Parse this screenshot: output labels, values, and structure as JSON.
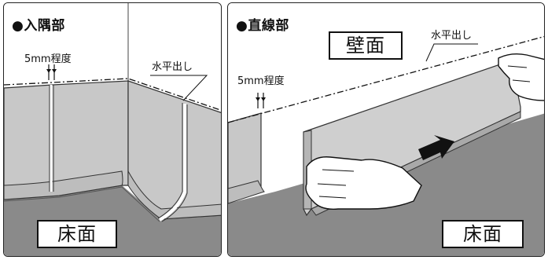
{
  "left_panel": {
    "title": "●入隅部",
    "gap_label": "5mm程度",
    "level_label": "水平出し",
    "floor_label": "床面"
  },
  "right_panel": {
    "title": "●直線部",
    "wall_label": "壁面",
    "level_label": "水平出し",
    "gap_label": "5mm程度",
    "floor_label": "床面"
  },
  "colors": {
    "floor": "#8a8a8a",
    "baseboard": "#c8c8c8",
    "wall": "#ffffff",
    "outline": "#222222"
  },
  "icons": [
    "gap-arrow-icon",
    "push-arrow-icon",
    "gloved-hand-icon"
  ]
}
